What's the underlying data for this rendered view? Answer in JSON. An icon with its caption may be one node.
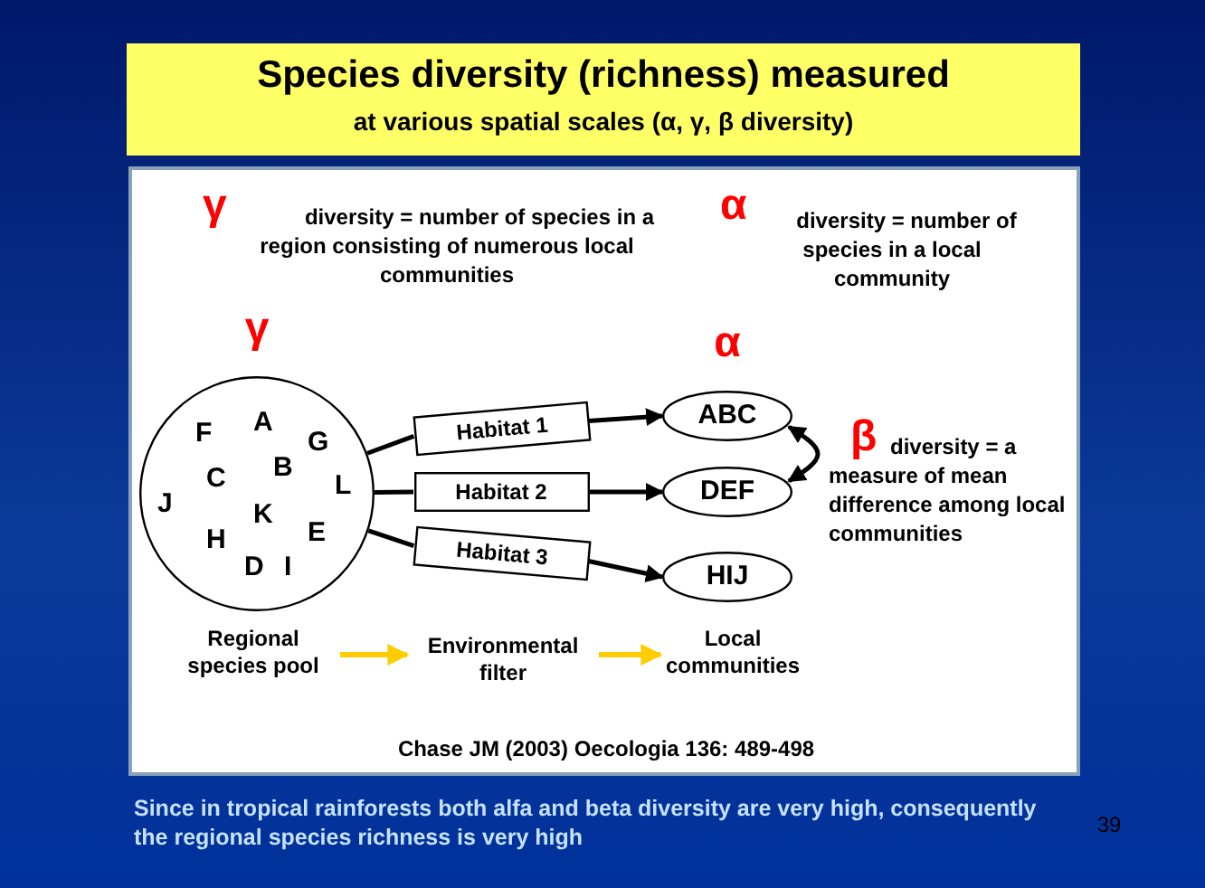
{
  "diagram": {
    "title": "Species diversity (richness) measured",
    "nodes": [
      {
        "text": [
          "F",
          "A",
          "G",
          "B",
          "C",
          "L",
          "J",
          "K",
          "E",
          "H",
          "D",
          "I"
        ],
        "beside": [
          "γ"
        ]
      },
      {
        "text": [
          "Habitat 1"
        ]
      },
      {
        "text": [
          "Habitat 2"
        ]
      },
      {
        "text": [
          "Habitat 3"
        ]
      },
      {
        "text": [
          "ABC"
        ],
        "beside": [
          "α"
        ]
      },
      {
        "text": [
          "DEF"
        ]
      },
      {
        "text": [
          "HIJ"
        ]
      },
      {
        "text": [
          "Regional species pool"
        ]
      },
      {
        "text": [
          "Environmental filter"
        ]
      },
      {
        "text": [
          "Local communities"
        ]
      }
    ],
    "edges": [
      {
        "from": 0,
        "to": 1,
        "arrow": "none"
      },
      {
        "from": 1,
        "to": 4,
        "arrow": "to"
      },
      {
        "from": 0,
        "to": 2,
        "arrow": "none"
      },
      {
        "from": 2,
        "to": 5,
        "arrow": "to"
      },
      {
        "from": 0,
        "to": 3,
        "arrow": "none"
      },
      {
        "from": 3,
        "to": 6,
        "arrow": "to"
      },
      {
        "from": 4,
        "to": 5,
        "arrow": "both"
      },
      {
        "from": 7,
        "to": 8,
        "arrow": "to",
        "color": "#ffcc00"
      },
      {
        "from": 8,
        "to": 9,
        "arrow": "to",
        "color": "#ffcc00"
      }
    ],
    "labels": [
      "at various spatial scales (α, γ, β diversity)",
      "γ",
      "diversity = number of species in a region consisting of numerous local communities",
      "α",
      "diversity = number of species in a local community",
      "β",
      "diversity = a measure of mean difference among local communities",
      "Chase JM (2003) Oecologia 136: 489-498",
      "Since in tropical rainforests both alfa and beta diversity are very high, consequently the regional species richness is very high",
      "39"
    ]
  }
}
